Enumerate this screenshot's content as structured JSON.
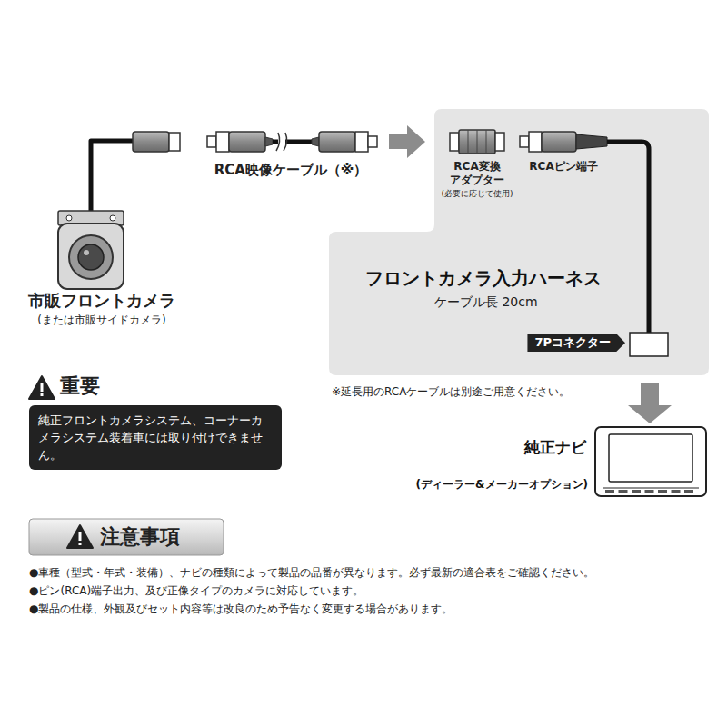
{
  "diagram": {
    "nodes": [
      {
        "text": [
          "フロントカメラ入力ハーネス",
          "ケーブル長 20cm"
        ]
      },
      {
        "text": [
          "7Pコネクター"
        ],
        "in": 0
      },
      {
        "text": [
          "重要",
          "純正フロントカメラシステム、コーナーカメラシステム装着車には取り付けできません。"
        ]
      },
      {
        "text": [
          "注意事項"
        ]
      },
      {
        "text": [
          "純正ナビ",
          "(ディーラー&メーカーオプション)"
        ]
      }
    ],
    "edges": [
      {
        "from": 0,
        "to": 4,
        "arrow": "to"
      }
    ],
    "labels": [
      "RCA映像ケーブル（※）",
      "RCA変換 アダプター",
      "(必要に応じて使用)",
      "RCAピン端子",
      "市販フロントカメラ",
      "(または市販サイドカメラ)",
      "※延長用のRCAケーブルは別途ご用意ください。",
      "●車種（型式・年式・装備）、ナビの種類によって製品の品番が異なります。必ず最新の適合表をご確認ください。",
      "●ピン(RCA)端子出力、及び正像タイプのカメラに対応しています。",
      "●製品の仕様、外観及びセット内容等は改良のため予告なく変更する場合があります。"
    ]
  }
}
